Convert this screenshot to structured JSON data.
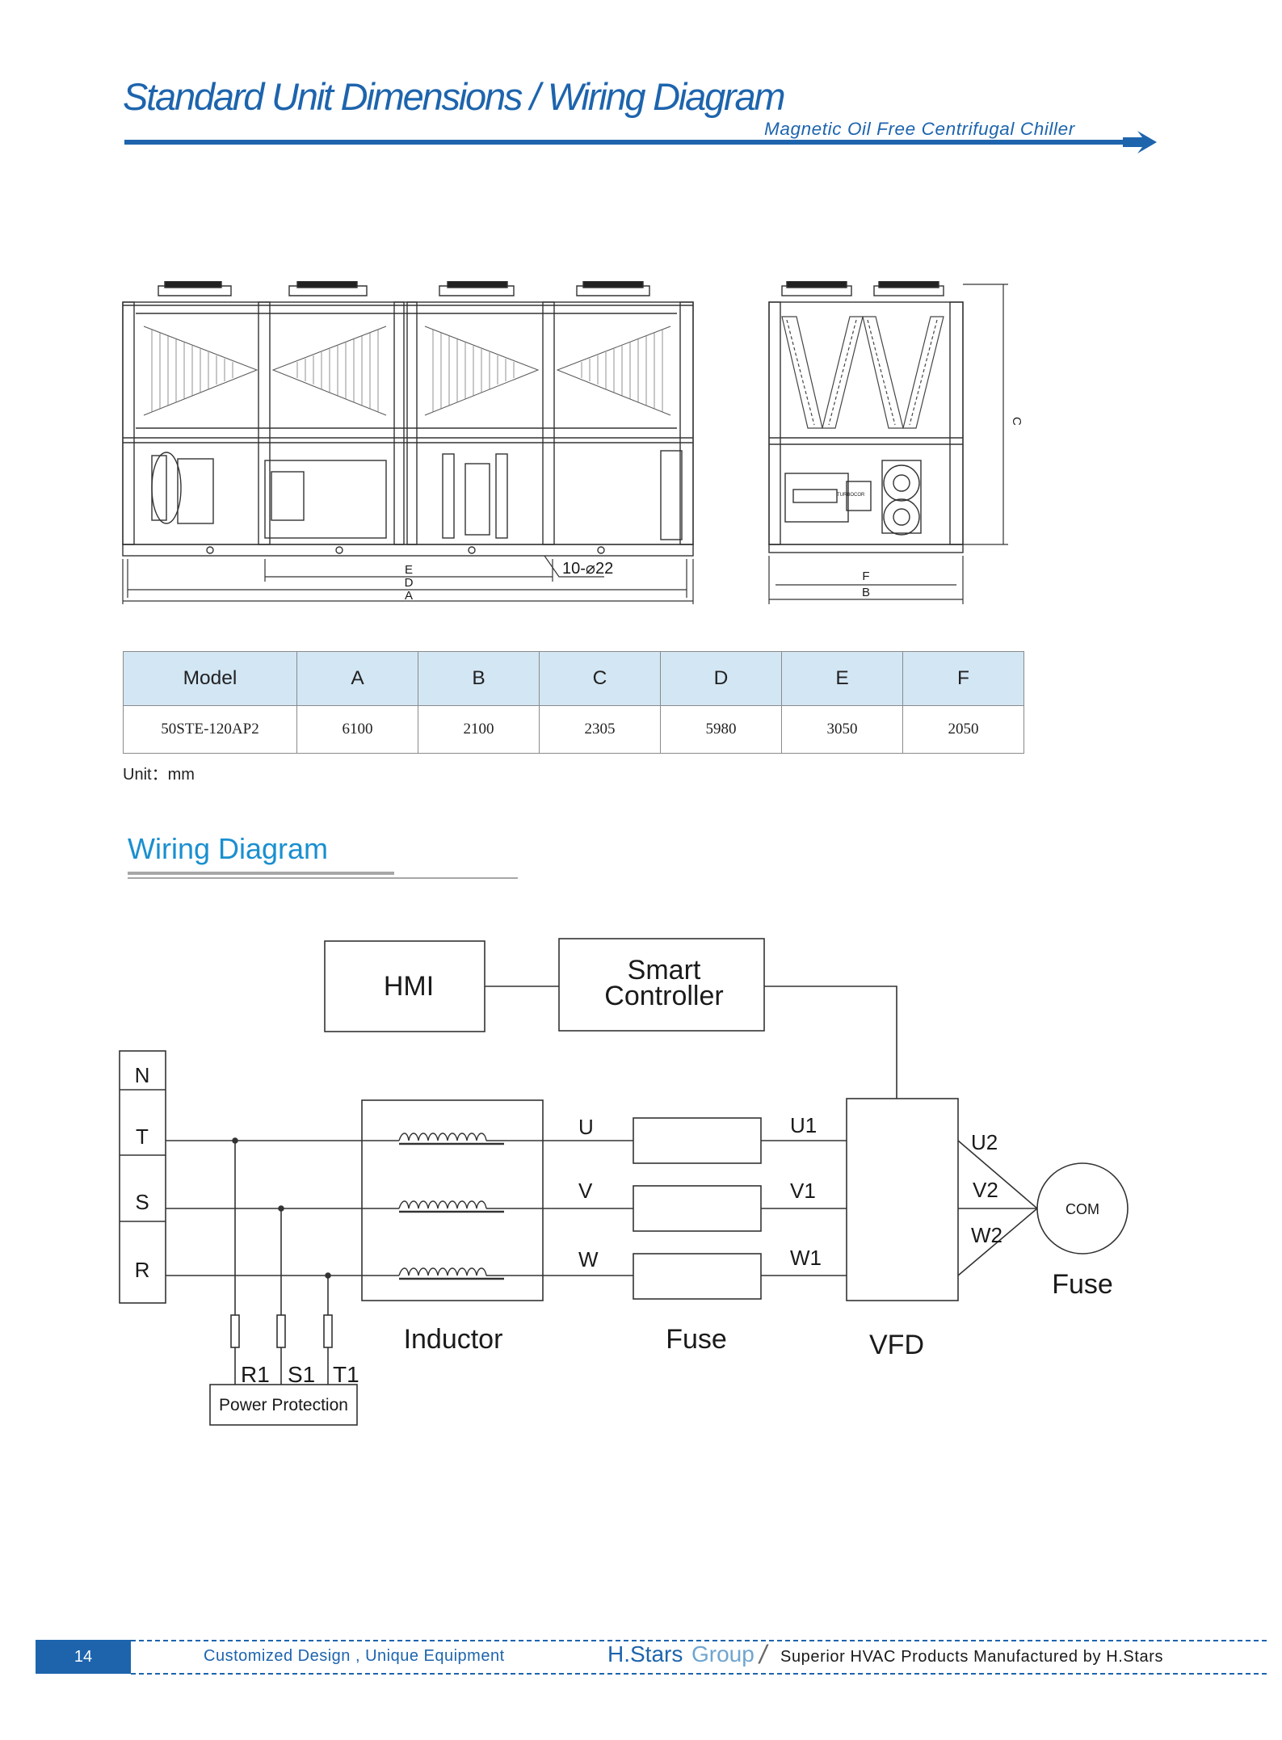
{
  "header": {
    "title": "Standard Unit Dimensions / Wiring Diagram",
    "subtitle": "Magnetic Oil Free Centrifugal Chiller",
    "accent_color": "#1d64ad"
  },
  "drawing": {
    "side_labels": [
      "E",
      "D",
      "A"
    ],
    "side_note": "10-⌀22",
    "end_labels": [
      "F",
      "B"
    ],
    "height_label": "C",
    "compressor_badge": "TURBOCOR"
  },
  "table": {
    "headers": [
      "Model",
      "A",
      "B",
      "C",
      "D",
      "E",
      "F"
    ],
    "rows": [
      [
        "50STE-120AP2",
        "6100",
        "2100",
        "2305",
        "5980",
        "3050",
        "2050"
      ]
    ],
    "header_color": "#d3e6f4"
  },
  "unit_note": "Unit：mm",
  "wiring": {
    "section_title": "Wiring Diagram",
    "hmi": "HMI",
    "controller_line1": "Smart",
    "controller_line2": "Controller",
    "terminals": [
      "N",
      "T",
      "S",
      "R"
    ],
    "inductor": "Inductor",
    "fuse_block": "Fuse",
    "vfd": "VFD",
    "motor": "COM",
    "motor_caption": "Fuse",
    "input_phases": [
      "U",
      "V",
      "W"
    ],
    "vfd_in": [
      "U1",
      "V1",
      "W1"
    ],
    "vfd_out": [
      "U2",
      "V2",
      "W2"
    ],
    "protection_terminals": [
      "R1",
      "S1",
      "T1"
    ],
    "protection": "Power Protection"
  },
  "footer": {
    "page_number": "14",
    "tagline": "Customized Design , Unique Equipment",
    "brand": "H.Stars",
    "brand_suffix": "Group",
    "separator": "/",
    "slogan": "Superior HVAC Products Manufactured by H.Stars"
  }
}
